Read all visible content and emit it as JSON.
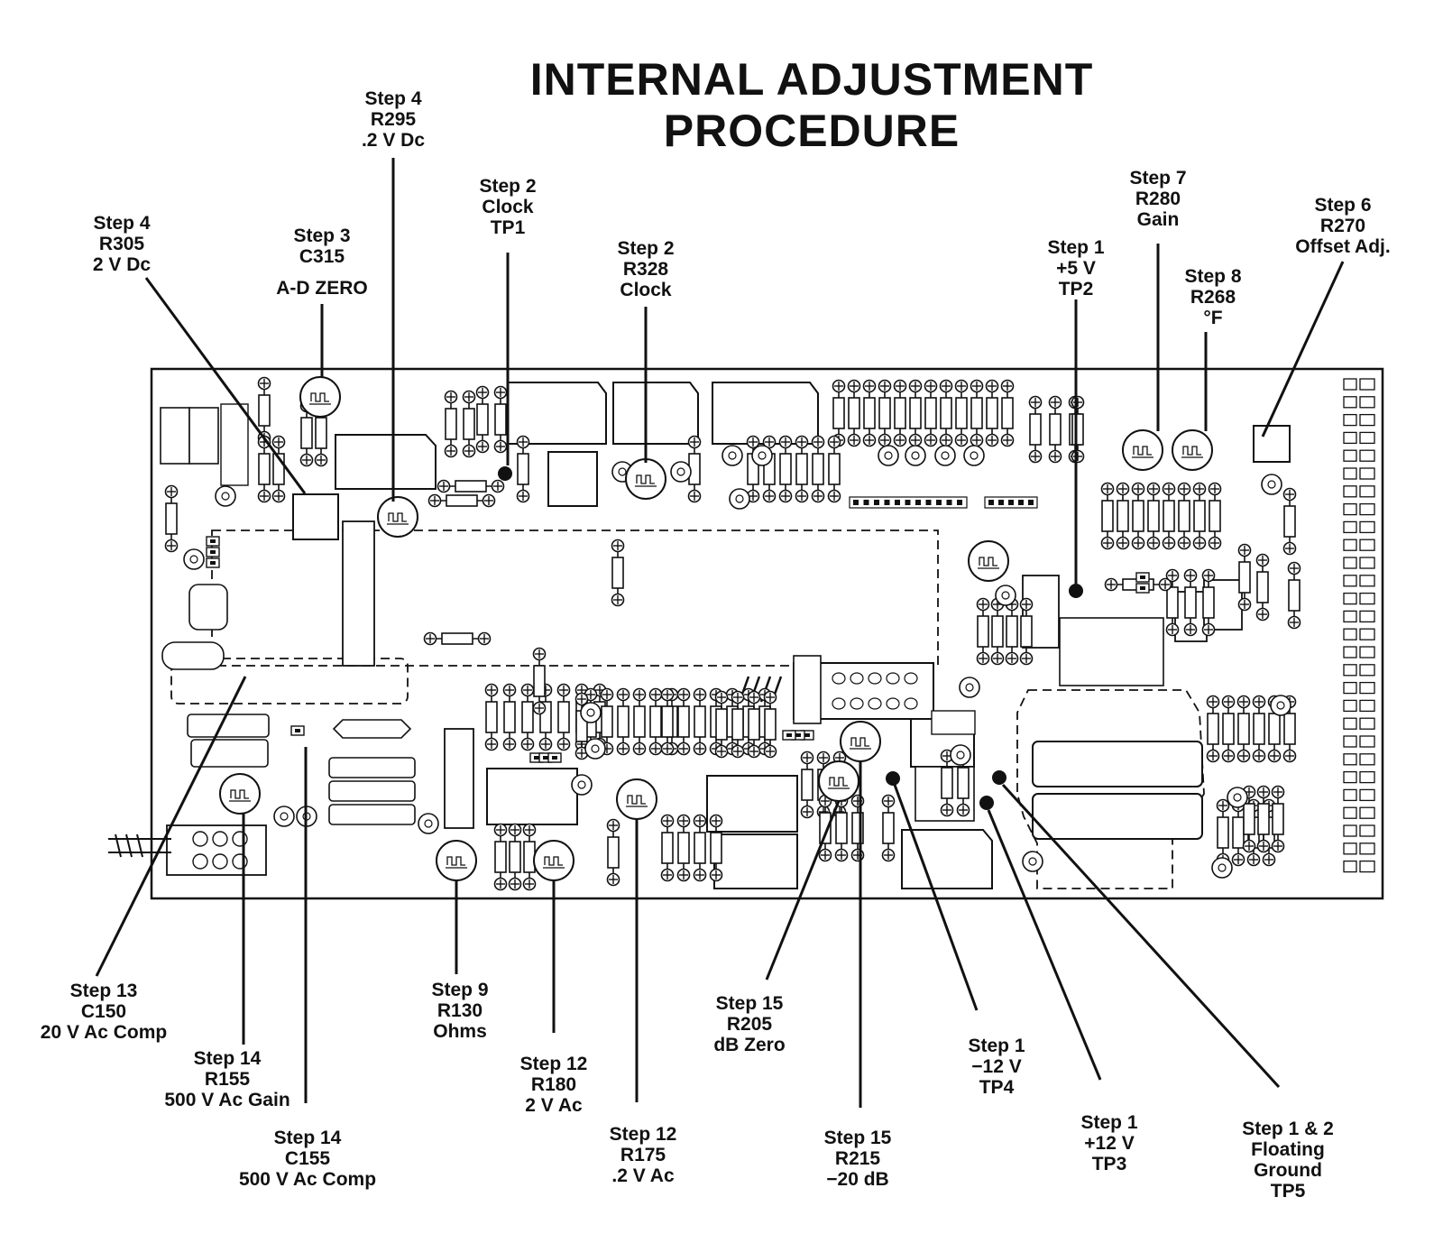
{
  "title": {
    "line1": "INTERNAL ADJUSTMENT",
    "line2": "PROCEDURE"
  },
  "callouts": [
    {
      "id": "step4-r305",
      "lines": [
        "Step 4",
        "R305",
        "2 V Dc"
      ]
    },
    {
      "id": "step3-c315",
      "lines": [
        "Step 3",
        "C315"
      ],
      "extra": "A-D ZERO"
    },
    {
      "id": "step4-r295",
      "lines": [
        "Step 4",
        "R295",
        ".2 V Dc"
      ]
    },
    {
      "id": "step2-tp1",
      "lines": [
        "Step 2",
        "Clock",
        "TP1"
      ]
    },
    {
      "id": "step2-r328",
      "lines": [
        "Step 2",
        "R328",
        "Clock"
      ]
    },
    {
      "id": "step1-tp2",
      "lines": [
        "Step 1",
        "+5 V",
        "TP2"
      ]
    },
    {
      "id": "step7-r280",
      "lines": [
        "Step 7",
        "R280",
        "Gain"
      ]
    },
    {
      "id": "step8-r268",
      "lines": [
        "Step 8",
        "R268",
        "°F"
      ]
    },
    {
      "id": "step6-r270",
      "lines": [
        "Step 6",
        "R270",
        "Offset Adj."
      ]
    },
    {
      "id": "step13-c150",
      "lines": [
        "Step 13",
        "C150",
        "20 V Ac Comp"
      ]
    },
    {
      "id": "step14-r155",
      "lines": [
        "Step 14",
        "R155",
        "500 V Ac Gain"
      ]
    },
    {
      "id": "step14-c155",
      "lines": [
        "Step 14",
        "C155",
        "500 V Ac Comp"
      ]
    },
    {
      "id": "step9-r130",
      "lines": [
        "Step 9",
        "R130",
        "Ohms"
      ]
    },
    {
      "id": "step12-r180",
      "lines": [
        "Step 12",
        "R180",
        "2 V Ac"
      ]
    },
    {
      "id": "step12-r175",
      "lines": [
        "Step 12",
        "R175",
        ".2 V Ac"
      ]
    },
    {
      "id": "step15-r205",
      "lines": [
        "Step 15",
        "R205",
        "dB Zero"
      ]
    },
    {
      "id": "step15-r215",
      "lines": [
        "Step 15",
        "R215",
        "−20 dB"
      ]
    },
    {
      "id": "step1-tp4",
      "lines": [
        "Step 1",
        "−12 V",
        "TP4"
      ]
    },
    {
      "id": "step1-tp3",
      "lines": [
        "Step 1",
        "+12 V",
        "TP3"
      ]
    },
    {
      "id": "step1-2-tp5",
      "lines": [
        "Step 1 & 2",
        "Floating",
        "Ground",
        "TP5"
      ]
    }
  ]
}
